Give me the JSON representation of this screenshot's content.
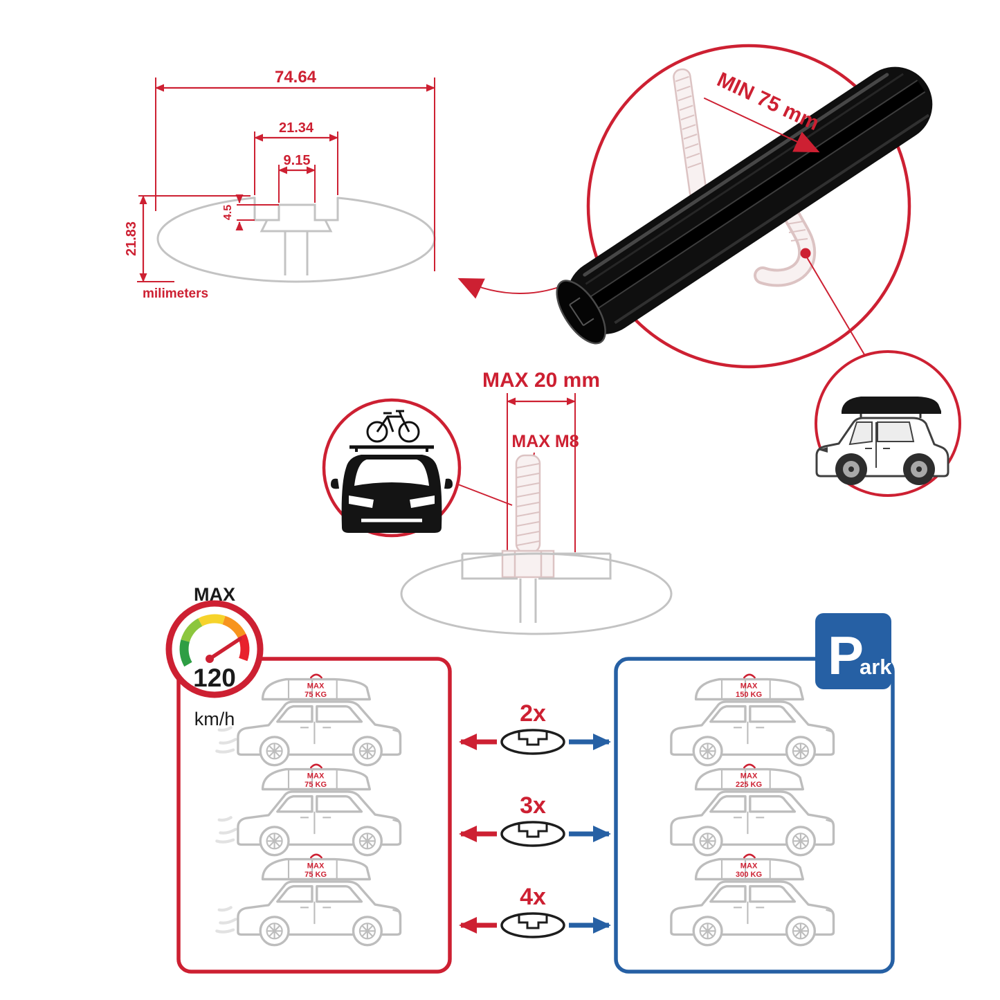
{
  "colors": {
    "red": "#cd2032",
    "blue": "#2660a4",
    "gray": "#c3c3c3",
    "cargray": "#bdbdbd",
    "dark": "#111111",
    "tstroke": "#dcc3c3",
    "tfill": "#f8f1f1",
    "motion": "#e2e2e2"
  },
  "dimension_diagram": {
    "total_width": "74.64",
    "channel_width": "21.34",
    "slot_width": "9.15",
    "lip_depth": "4.5",
    "total_height": "21.83",
    "unit_label": "milimeters"
  },
  "clamp_detail": {
    "min_span": "MIN 75 mm"
  },
  "bolt_detail": {
    "max_length": "MAX 20 mm",
    "max_thread": "MAX M8"
  },
  "speed_limit": {
    "label": "MAX",
    "value": "120",
    "unit": "km/h"
  },
  "left_panel": {
    "loads": [
      {
        "label": "MAX",
        "value": "75 KG"
      },
      {
        "label": "MAX",
        "value": "75 KG"
      },
      {
        "label": "MAX",
        "value": "75 KG"
      }
    ]
  },
  "multipliers": [
    {
      "label": "2x"
    },
    {
      "label": "3x"
    },
    {
      "label": "4x"
    }
  ],
  "right_panel": {
    "loads": [
      {
        "label": "MAX",
        "value": "150 KG"
      },
      {
        "label": "MAX",
        "value": "225 KG"
      },
      {
        "label": "MAX",
        "value": "300 KG"
      }
    ]
  },
  "park_sign": {
    "letter": "P",
    "rest": "ark"
  }
}
